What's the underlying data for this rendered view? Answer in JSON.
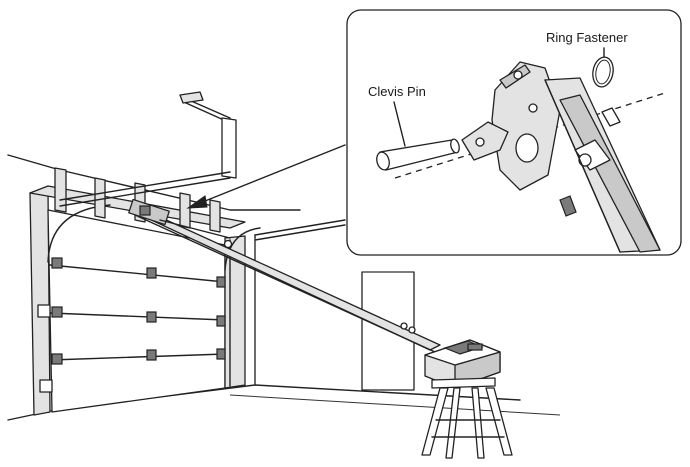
{
  "callout": {
    "clevis_pin_label": "Clevis Pin",
    "ring_fastener_label": "Ring Fastener"
  },
  "colors": {
    "line": "#222222",
    "part_fill": "#c9c9c9",
    "background": "#ffffff"
  },
  "icons": [
    "garage-door",
    "door-header-bracket",
    "opener-rail",
    "opener-motor-unit",
    "step-ladder",
    "clevis-pin",
    "ring-fastener",
    "door-arm-bracket"
  ]
}
